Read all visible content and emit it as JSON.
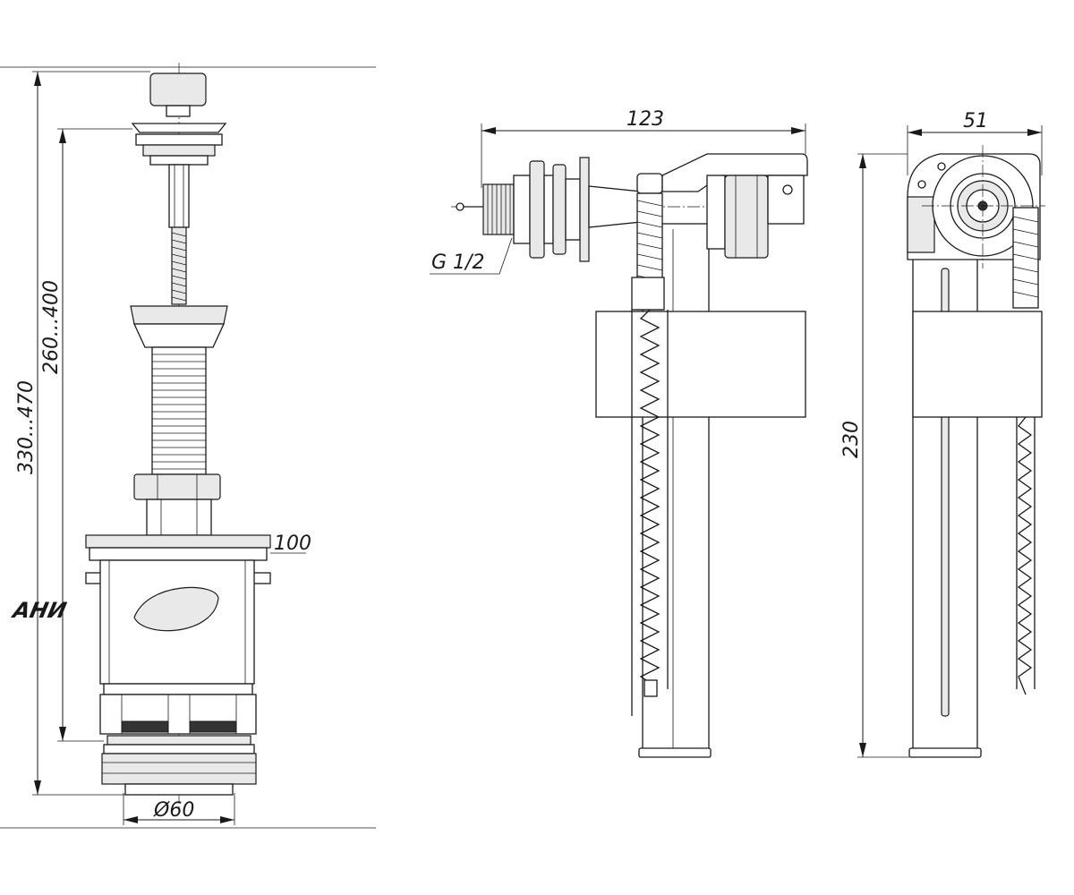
{
  "dimensions": {
    "overall_height": "330...470",
    "adjustable_height": "260...400",
    "flange": "100",
    "bottom_diameter": "Ø60",
    "thread": "G 1/2",
    "valve_length": "123",
    "valve_height": "230",
    "valve_width": "51"
  },
  "logo": {
    "text": "АНИ"
  },
  "colors": {
    "line": "#1a1a1a",
    "fill": "#e9e9e9",
    "paper": "#ffffff"
  }
}
